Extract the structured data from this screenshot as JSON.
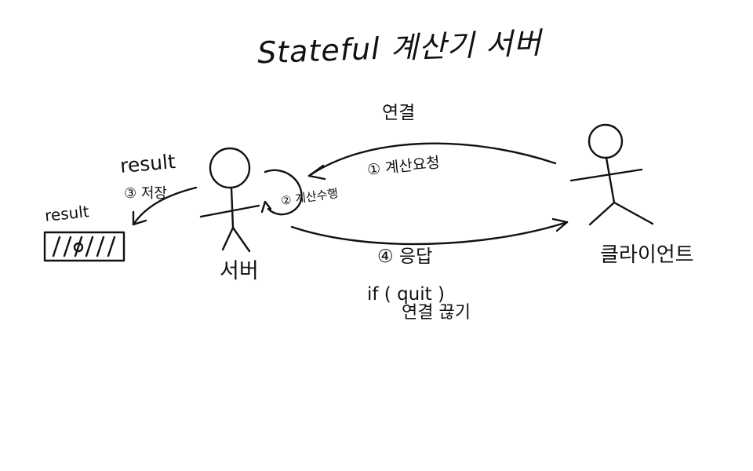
{
  "diagram": {
    "title": "Stateful 계산기 서버",
    "connection_label": "연결",
    "request_label": "① 계산요청",
    "calculate_label": "② 계산수행",
    "store_label": "③ 저장",
    "result_label_store": "result",
    "result_label_buffer": "result",
    "response_label": "④ 응답",
    "condition_label": "if ( quit )",
    "close_label": "연결 끊기",
    "server_label": "서버",
    "client_label": "클라이언트",
    "ink_color": "#111111",
    "background_color": "#ffffff"
  }
}
